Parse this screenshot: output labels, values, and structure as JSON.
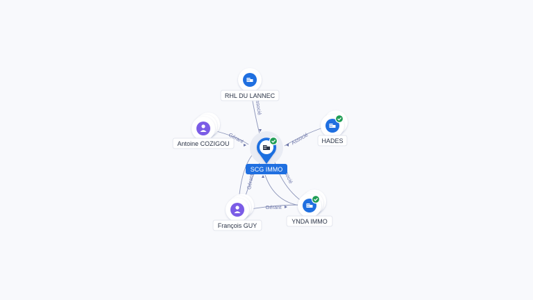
{
  "graph": {
    "center": {
      "label": "SCG IMMO",
      "type": "company",
      "verified": true,
      "icon": "building-icon"
    },
    "nodes": {
      "rhl": {
        "label": "RHL DU LANNEC",
        "type": "company",
        "verified": false,
        "icon": "building-icon"
      },
      "hades": {
        "label": "HADES",
        "type": "company",
        "verified": true,
        "icon": "building-icon"
      },
      "antoine": {
        "label": "Antoine COZIGOU",
        "type": "person",
        "verified": false,
        "icon": "person-icon"
      },
      "francois": {
        "label": "François GUY",
        "type": "person",
        "verified": false,
        "icon": "person-icon"
      },
      "ynda": {
        "label": "YNDA IMMO",
        "type": "company",
        "verified": true,
        "icon": "building-icon"
      }
    },
    "edges": [
      {
        "id": "rhl-center",
        "label": "Associé"
      },
      {
        "id": "hades-center",
        "label": "Associé"
      },
      {
        "id": "antoine-center",
        "label": "Gérant"
      },
      {
        "id": "francois-center",
        "label": "Gérant"
      },
      {
        "id": "francois-ynda",
        "label": "Gérant"
      },
      {
        "id": "ynda-center",
        "label": "Associé"
      }
    ]
  },
  "colors": {
    "company": "#1f6fe0",
    "person": "#7b5ce6",
    "verified": "#1f9d55",
    "edge": "#8a93b8"
  }
}
